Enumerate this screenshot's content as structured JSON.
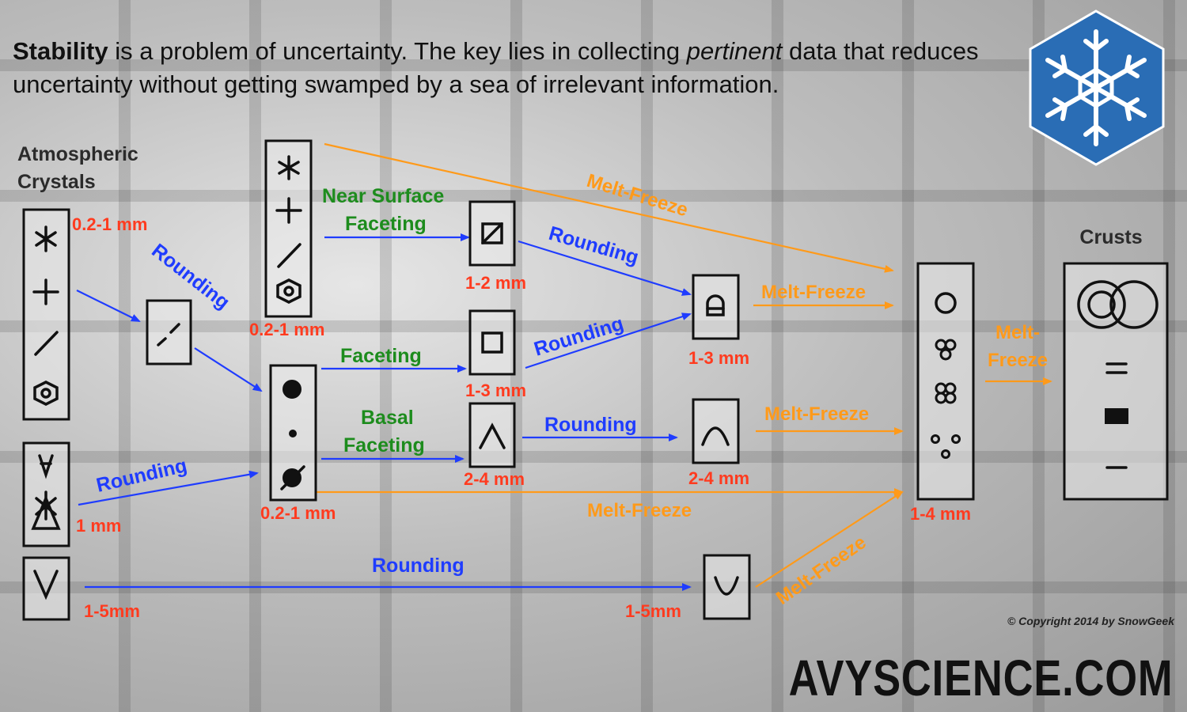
{
  "headline": {
    "bold": "Stability",
    "part1": " is a problem of uncertainty. The key lies in collecting ",
    "italic": "pertinent",
    "part2": " data that reduces uncertainty without getting swamped by a sea of irrelevant information."
  },
  "titles": {
    "atmospheric_line1": "Atmospheric",
    "atmospheric_line2": "Crystals",
    "crusts": "Crusts"
  },
  "sizes": {
    "atmospheric": "0.2-1 mm",
    "graupel": "1 mm",
    "surface_hoar": "1-5mm",
    "new_snow_top": "0.2-1 mm",
    "rounds_mid": "0.2-1 mm",
    "near_surface_facets": "1-2 mm",
    "facets": "1-3 mm",
    "basal_facets": "2-4 mm",
    "rounded_facets": "1-3 mm",
    "rounded_depth_hoar": "2-4 mm",
    "rounded_surface_hoar": "1-5mm",
    "melt_forms": "1-4 mm"
  },
  "process_labels": {
    "rounding_1": "Rounding",
    "rounding_2": "Rounding",
    "rounding_3": "Rounding",
    "rounding_4": "Rounding",
    "rounding_5": "Rounding",
    "rounding_6": "Rounding",
    "near_surface_line1": "Near Surface",
    "near_surface_line2": "Faceting",
    "faceting": "Faceting",
    "basal_line1": "Basal",
    "basal_line2": "Faceting",
    "melt_freeze_1": "Melt-Freeze",
    "melt_freeze_2": "Melt-Freeze",
    "melt_freeze_3": "Melt-Freeze",
    "melt_freeze_4": "Melt-Freeze",
    "melt_freeze_5": "Melt-Freeze",
    "melt_freeze_6_line1": "Melt-",
    "melt_freeze_6_line2": "Freeze"
  },
  "footer": {
    "copyright": "© Copyright 2014 by SnowGeek",
    "site": "AVYSCIENCE.COM"
  },
  "colors": {
    "rounding": "#1f3cff",
    "faceting": "#1d8c1d",
    "melt_freeze": "#ff9a1a",
    "size": "#ff3b1f",
    "logo": "#2a6db5"
  },
  "icons": [
    "snowflake-logo-icon"
  ]
}
